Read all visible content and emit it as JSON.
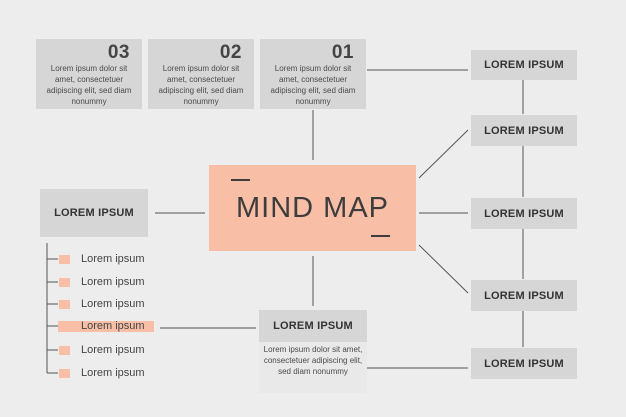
{
  "center": {
    "title": "MIND MAP"
  },
  "top_boxes": [
    {
      "number": "03",
      "text": "Lorem ipsum dolor sit amet, consectetuer adipiscing elit, sed diam nonummy"
    },
    {
      "number": "02",
      "text": "Lorem ipsum dolor sit amet, consectetuer adipiscing elit, sed diam nonummy"
    },
    {
      "number": "01",
      "text": "Lorem ipsum dolor sit amet, consectetuer adipiscing elit, sed diam nonummy"
    }
  ],
  "left_box": {
    "label": "LOREM IPSUM"
  },
  "list_items": [
    "Lorem ipsum",
    "Lorem ipsum",
    "Lorem ipsum",
    "Lorem ipsum",
    "Lorem ipsum",
    "Lorem ipsum"
  ],
  "bottom_box": {
    "label": "LOREM IPSUM",
    "text": "Lorem ipsum dolor sit amet, consectetuer adipiscing elit, sed diam nonummy"
  },
  "right_boxes": [
    "LOREM IPSUM",
    "LOREM IPSUM",
    "LOREM IPSUM",
    "LOREM IPSUM",
    "LOREM IPSUM"
  ],
  "colors": {
    "accent": "#f8bea6",
    "box": "#d6d6d6",
    "background": "#ededed",
    "line": "#555555"
  }
}
